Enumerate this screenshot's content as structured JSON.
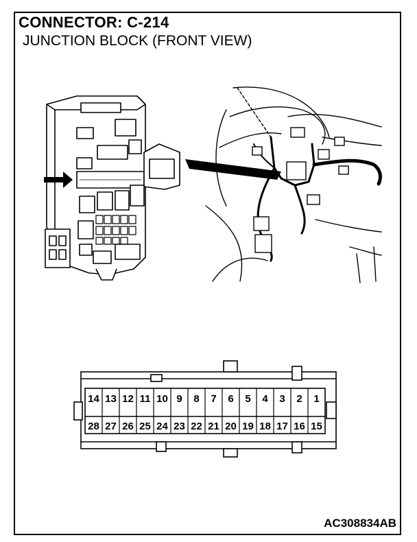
{
  "header": {
    "title": "CONNECTOR: C-214",
    "subtitle": "JUNCTION BLOCK (FRONT VIEW)"
  },
  "connector": {
    "top_row": [
      "14",
      "13",
      "12",
      "11",
      "10",
      "9",
      "8",
      "7",
      "6",
      "5",
      "4",
      "3",
      "2",
      "1"
    ],
    "bottom_row": [
      "28",
      "27",
      "26",
      "25",
      "24",
      "23",
      "22",
      "21",
      "20",
      "19",
      "18",
      "17",
      "16",
      "15"
    ]
  },
  "footer": {
    "code": "AC308834AB"
  },
  "colors": {
    "line": "#000000",
    "background": "#ffffff"
  }
}
